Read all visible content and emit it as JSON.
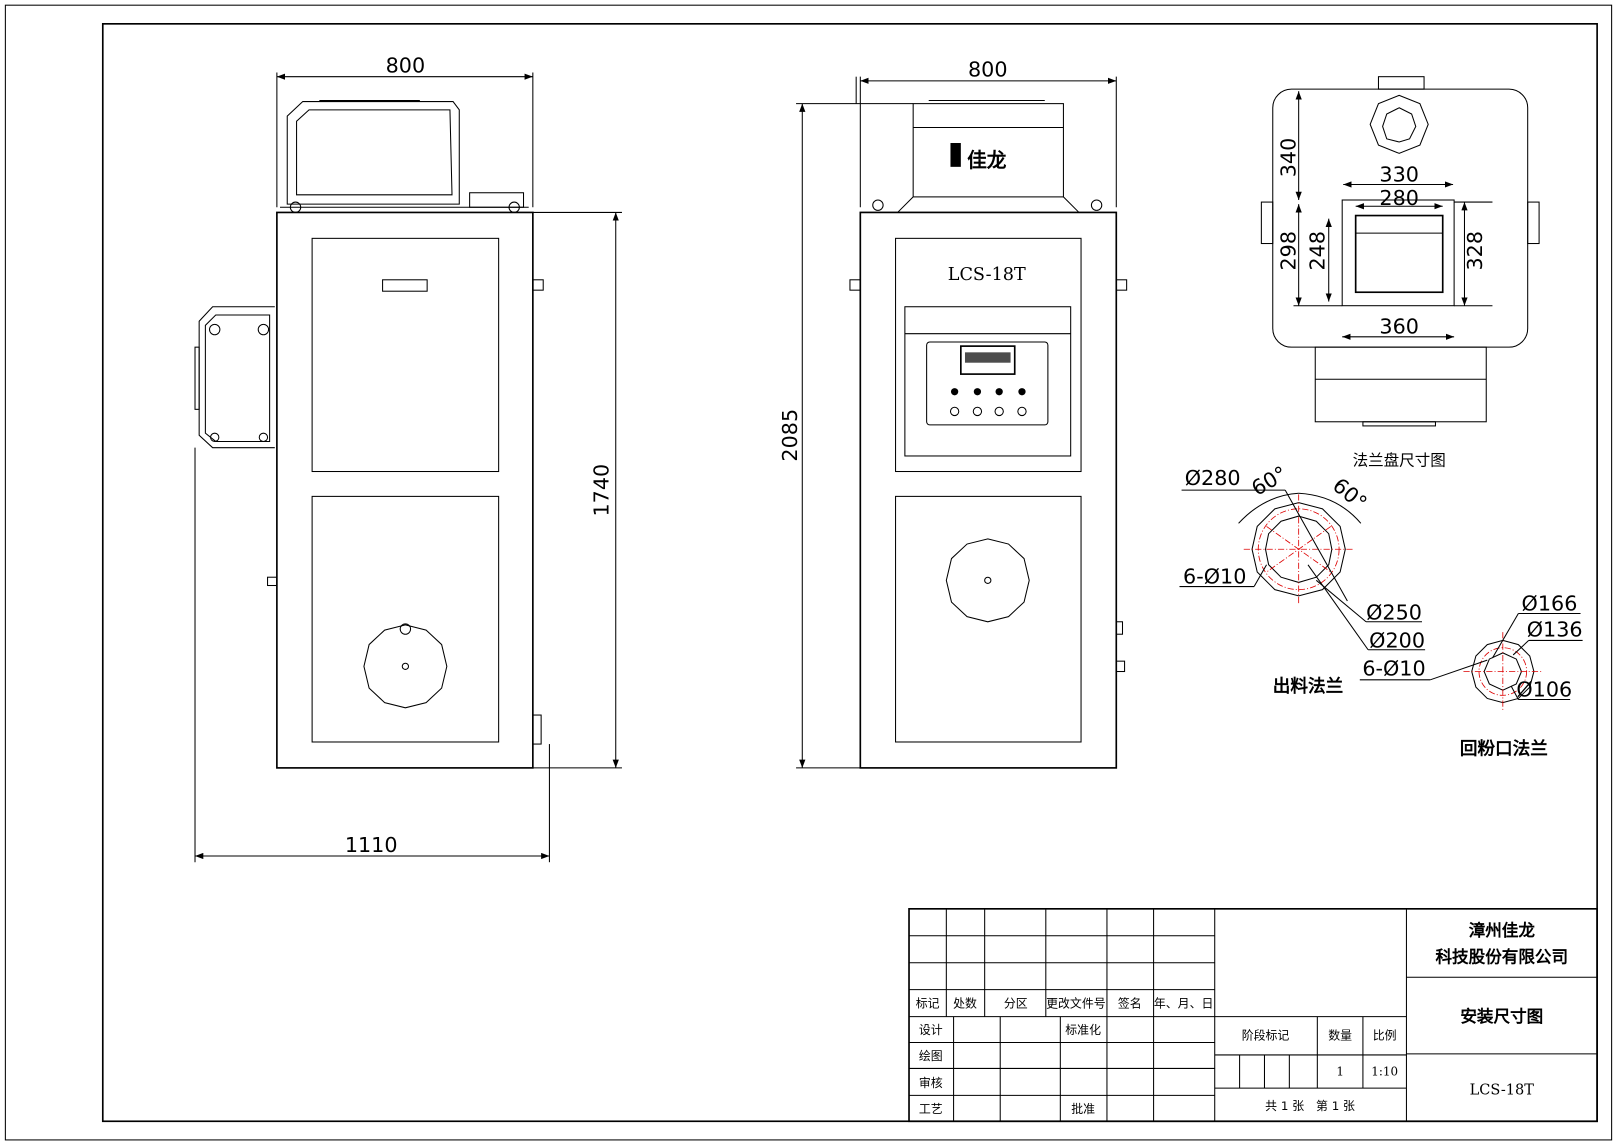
{
  "logo_text": "佳龙",
  "front_view": {
    "width_dim": "800",
    "height_dim": "1740",
    "overall_width_dim": "1110"
  },
  "side_view": {
    "width_dim": "800",
    "height_dim": "2085",
    "model_label": "LCS-18T"
  },
  "flange_plate": {
    "dims": {
      "a": "340",
      "b": "330",
      "c": "280",
      "d": "298",
      "e": "248",
      "f": "328",
      "g": "360"
    },
    "caption": "法兰盘尺寸图"
  },
  "outlet_flange": {
    "labels": {
      "d280": "Ø280",
      "angle1": "60°",
      "angle2": "60°",
      "holes1": "6-Ø10",
      "d250": "Ø250",
      "d200": "Ø200"
    },
    "caption": "出料法兰"
  },
  "return_flange": {
    "labels": {
      "holes": "6-Ø10",
      "d166": "Ø166",
      "d136": "Ø136",
      "d106": "Ø106"
    },
    "caption": "回粉口法兰"
  },
  "title_block": {
    "revision_headers": [
      "标记",
      "处数",
      "分区",
      "更改文件号",
      "签名",
      "年、月、日"
    ],
    "roles": [
      "设计",
      "绘图",
      "审核",
      "工艺"
    ],
    "standardization": "标准化",
    "approval": "批准",
    "stage_mark": "阶段标记",
    "quantity_label": "数量",
    "scale_label": "比例",
    "quantity": "1",
    "scale": "1:10",
    "sheets": "共 1 张　第 1 张",
    "company_line1": "漳州佳龙",
    "company_line2": "科技股份有限公司",
    "drawing_title": "安装尺寸图",
    "drawing_number": "LCS-18T"
  }
}
